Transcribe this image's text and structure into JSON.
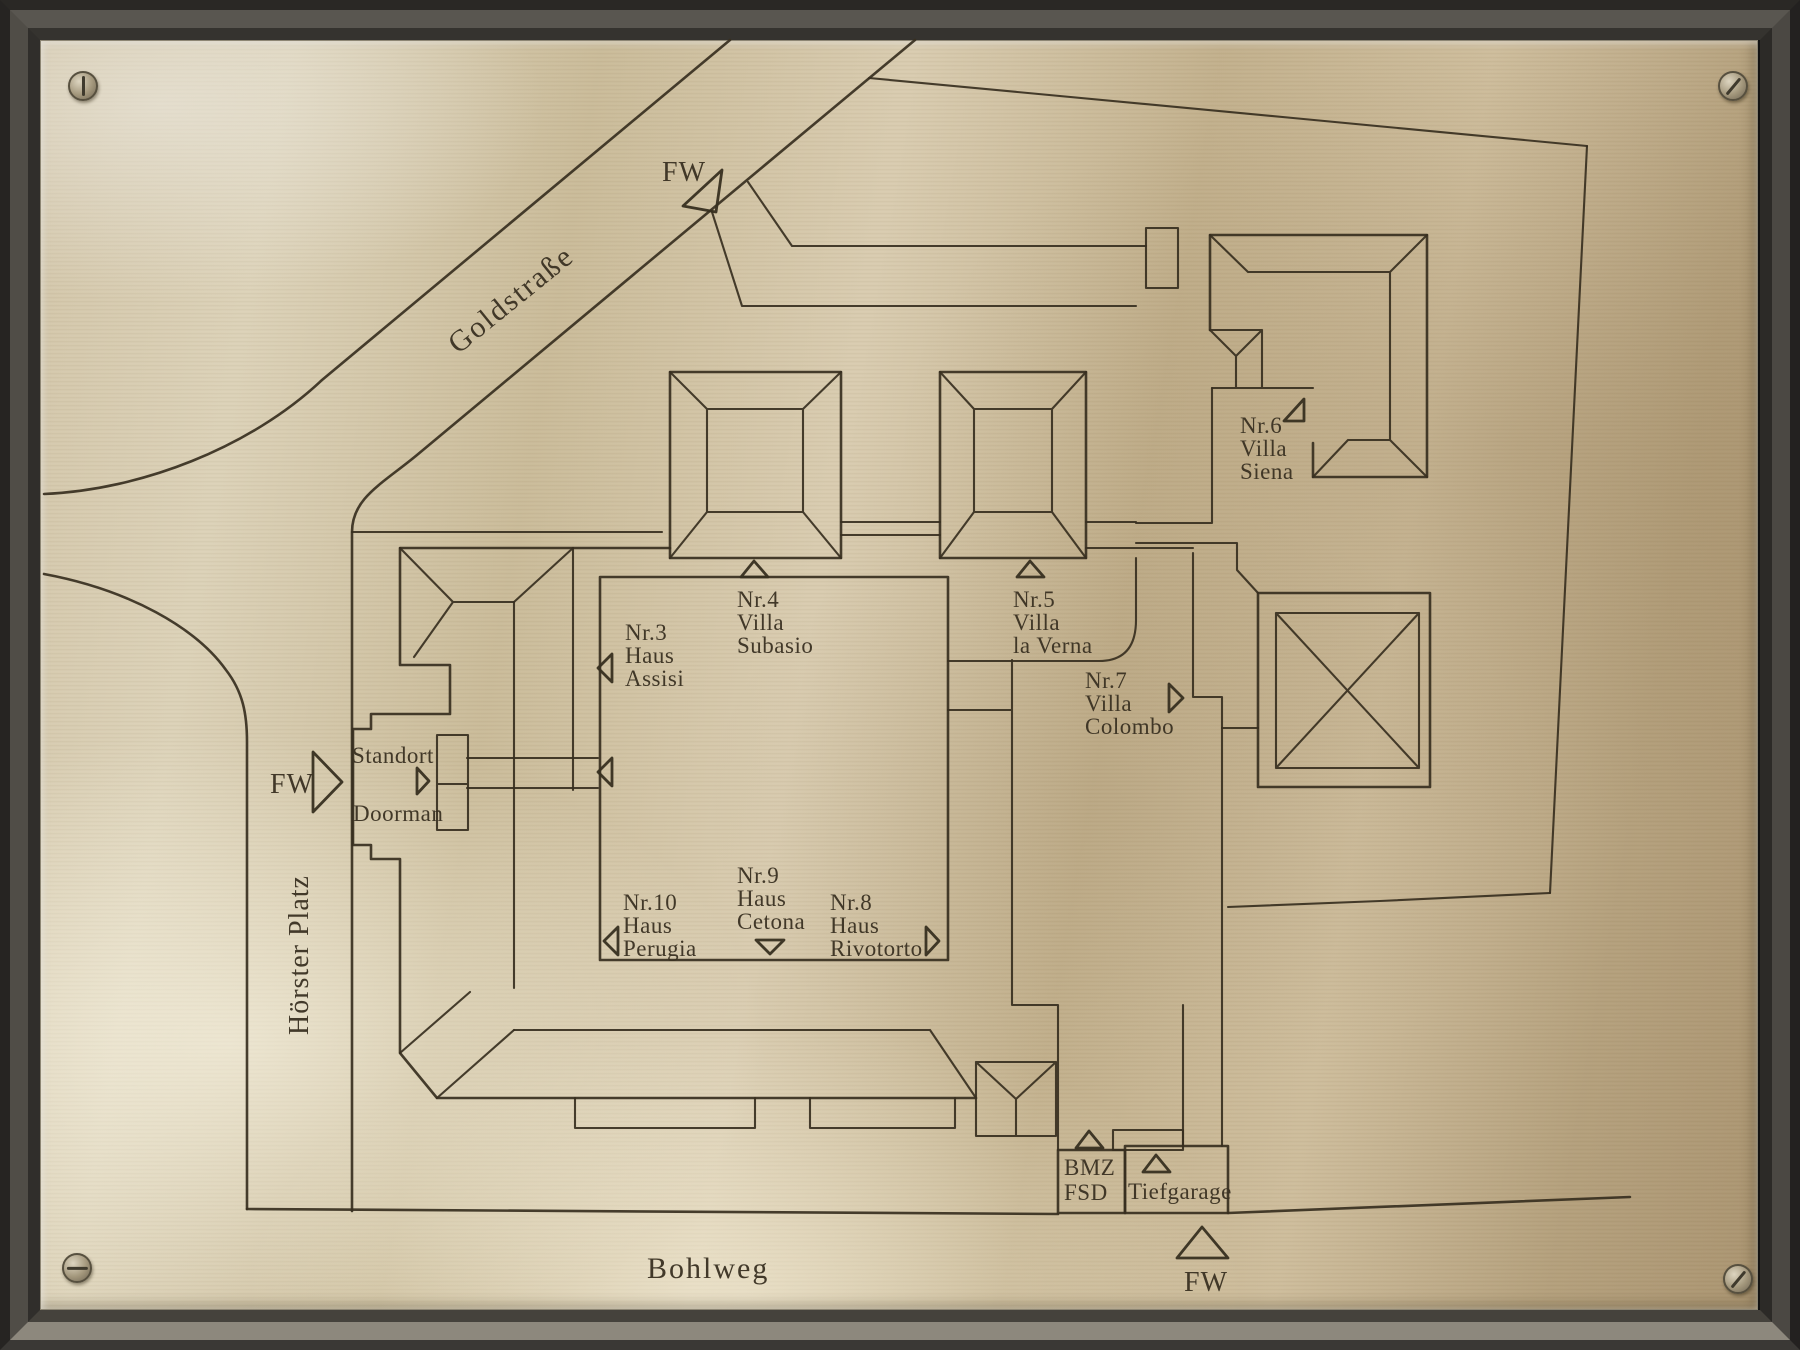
{
  "plate": {
    "streets": {
      "top": "Goldstraße",
      "bottom": "Bohlweg",
      "left": "Hörster Platz"
    },
    "markers": {
      "fire_access": "FW",
      "location_line1": "Standort",
      "location_line2": "Doorman",
      "bmz_line1": "BMZ",
      "bmz_line2": "FSD",
      "garage": "Tiefgarage"
    },
    "buildings": [
      {
        "id": "nr3",
        "l1": "Nr.3",
        "l2": "Haus",
        "l3": "Assisi"
      },
      {
        "id": "nr4",
        "l1": "Nr.4",
        "l2": "Villa",
        "l3": "Subasio"
      },
      {
        "id": "nr5",
        "l1": "Nr.5",
        "l2": "Villa",
        "l3": "la Verna"
      },
      {
        "id": "nr6",
        "l1": "Nr.6",
        "l2": "Villa",
        "l3": "Siena"
      },
      {
        "id": "nr7",
        "l1": "Nr.7",
        "l2": "Villa",
        "l3": "Colombo"
      },
      {
        "id": "nr8",
        "l1": "Nr.8",
        "l2": "Haus",
        "l3": "Rivotorto"
      },
      {
        "id": "nr9",
        "l1": "Nr.9",
        "l2": "Haus",
        "l3": "Cetona"
      },
      {
        "id": "nr10",
        "l1": "Nr.10",
        "l2": "Haus",
        "l3": "Perugia"
      }
    ],
    "colors": {
      "engraving": "#372f20",
      "brass_light": "#ded3b9",
      "brass_mid": "#c9b996",
      "brass_dark": "#aa9671",
      "frame": "#4e4b45"
    }
  }
}
